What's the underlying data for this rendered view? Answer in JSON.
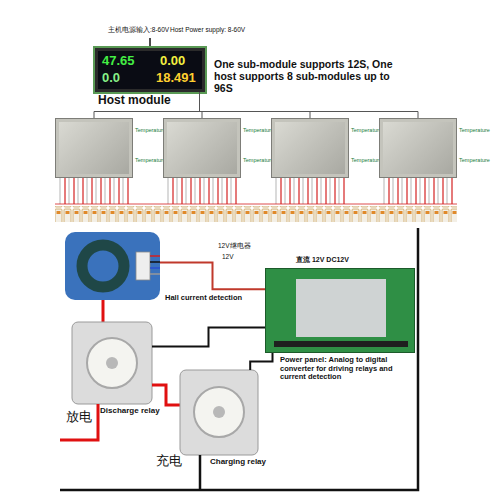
{
  "diagram": {
    "nodes": [
      {
        "text": [
          "47.65",
          "0.00",
          "0.0",
          "18.491",
          "Host module"
        ]
      },
      {
        "text": [
          "Temperature",
          "Temperature"
        ]
      },
      {
        "text": [
          "Temperature",
          "Temperature"
        ]
      },
      {
        "text": [
          "Temperature",
          "Temperature"
        ]
      },
      {
        "text": [
          "Temperature",
          "Temperature"
        ]
      },
      {
        "text": [
          "Hall current detection"
        ]
      },
      {
        "text": [
          "Power panel: Analog to digital converter for driving relays and current detection"
        ]
      },
      {
        "text": [
          "Discharge relay"
        ]
      },
      {
        "text": [
          "Charging relay"
        ]
      }
    ],
    "edges": [
      {
        "from": 0,
        "to": 1,
        "arrow": "none"
      },
      {
        "from": 0,
        "to": 2,
        "arrow": "none"
      },
      {
        "from": 0,
        "to": 3,
        "arrow": "none"
      },
      {
        "from": 0,
        "to": 4,
        "arrow": "none"
      },
      {
        "from": 5,
        "to": 6,
        "arrow": "none"
      },
      {
        "from": 6,
        "to": 7,
        "arrow": "none"
      },
      {
        "from": 6,
        "to": 8,
        "arrow": "none"
      }
    ],
    "labels": [
      "主机电源输入:8-60V",
      "Host Power supply: 8-60V",
      "One sub-module supports 12S, One host supports 8 sub-modules up to 96S",
      "12V继电器",
      "12V",
      "直流 12V DC12V",
      "放电",
      "充电"
    ]
  }
}
